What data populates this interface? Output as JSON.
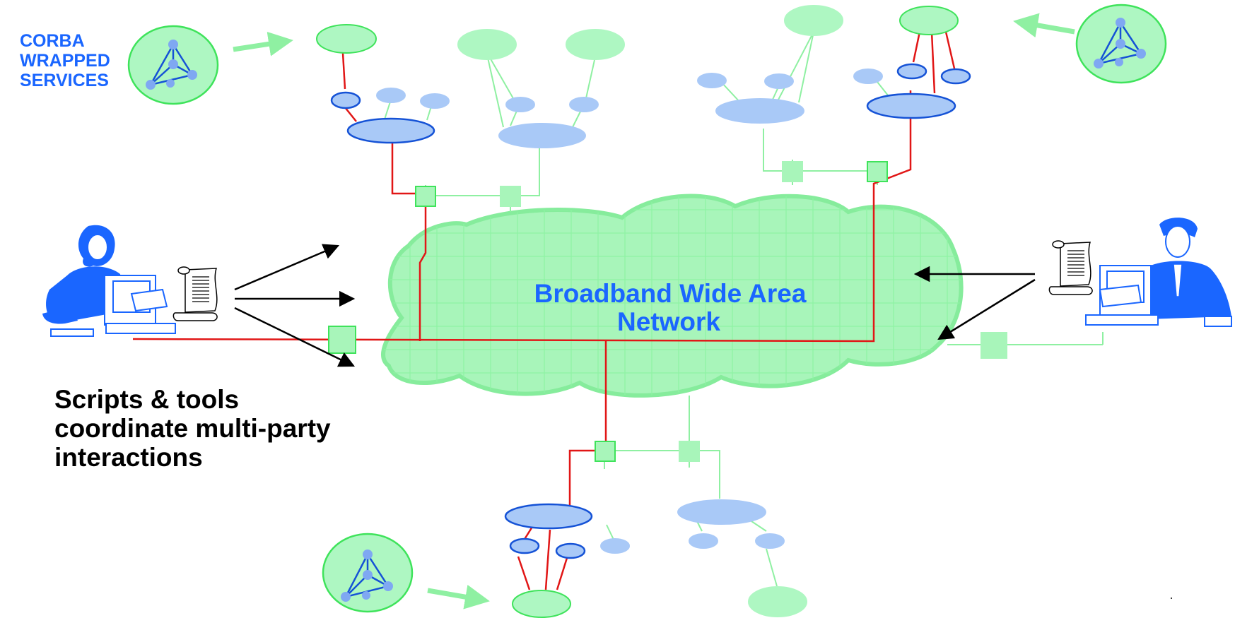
{
  "labels": {
    "corba": [
      "CORBA",
      "WRAPPED",
      "SERVICES"
    ],
    "cloud": [
      "Broadband Wide Area",
      "Network"
    ],
    "scripts": [
      "Scripts & tools",
      "coordinate multi-party",
      "interactions"
    ]
  },
  "icons": {
    "corba_service": "tetrahedron-network-icon",
    "user": "person-at-computer-icon",
    "script": "scroll-document-icon",
    "switch": "square-switch-node-icon",
    "host": "ellipse-host-node-icon"
  },
  "colors": {
    "cloud_fill": "#a8f5ba",
    "cloud_stroke": "#86ec9c",
    "light_node": "#a9c9f7",
    "dark_node": "#1552d6",
    "corba_fill": "#aef7c2",
    "corba_stroke": "#3fe35b",
    "green_link": "#8ff0a2",
    "red_link": "#e11616",
    "label_blue": "#1a66ff",
    "label_black": "#000000"
  }
}
